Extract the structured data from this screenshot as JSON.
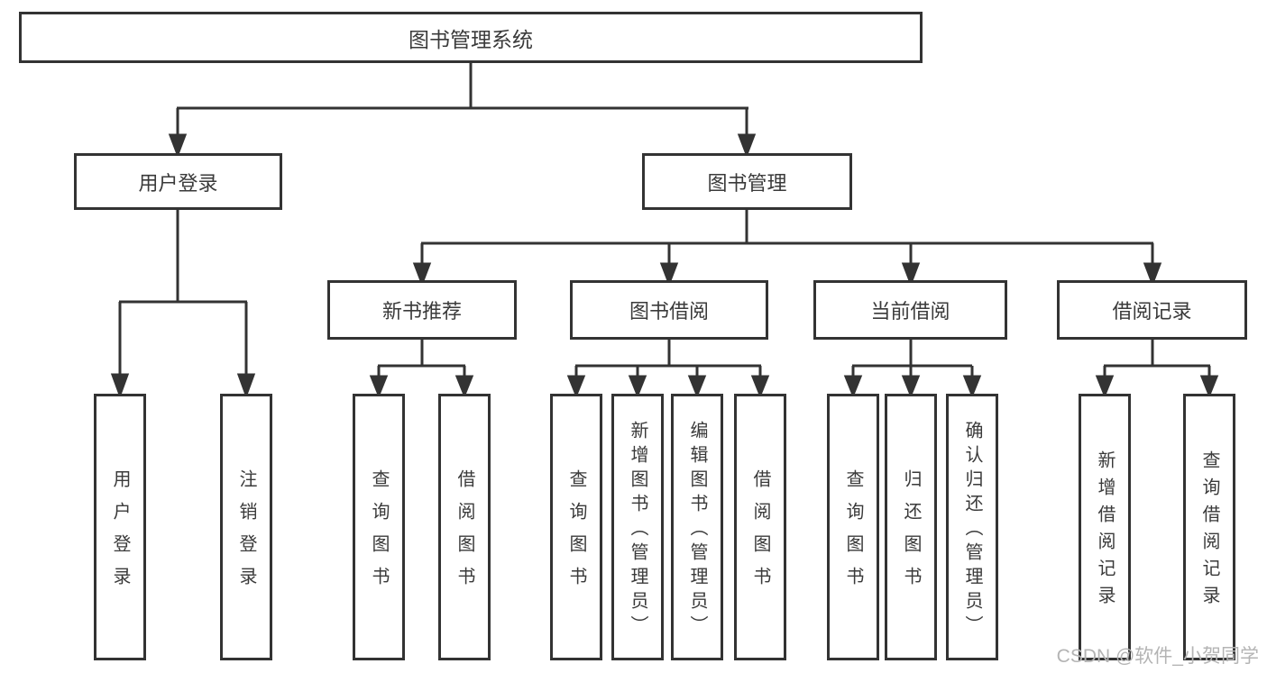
{
  "diagram": {
    "root_label": "图书管理系统",
    "level2": {
      "user_login": "用户登录",
      "book_management": "图书管理"
    },
    "level3": {
      "new_books": "新书推荐",
      "borrow": "图书借阅",
      "current": "当前借阅",
      "records": "借阅记录"
    },
    "leaves": {
      "login": [
        "用户登录",
        "注销登录"
      ],
      "new_books": [
        "查询图书",
        "借阅图书"
      ],
      "borrow": [
        "查询图书",
        "新增图书（管理员）",
        "编辑图书（管理员）",
        "借阅图书"
      ],
      "current": [
        "查询图书",
        "归还图书",
        "确认归还（管理员）"
      ],
      "records": [
        "新增借阅记录",
        "查询借阅记录"
      ]
    },
    "colors": {
      "line": "#333333",
      "text": "#3a3a3a",
      "watermark": "#b4b4b4",
      "background": "#ffffff"
    }
  },
  "watermark": "CSDN @软件_小贺同学"
}
